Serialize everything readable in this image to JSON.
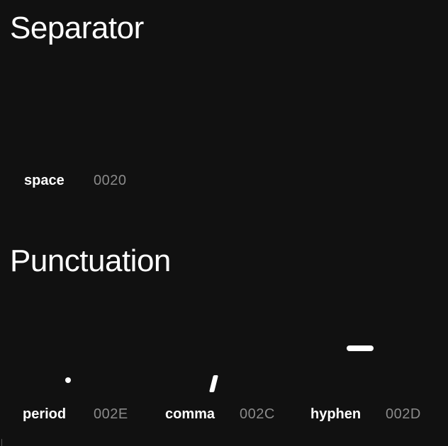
{
  "sections": [
    {
      "title": "Separator",
      "glyphs": [
        {
          "name": "space",
          "code": "0020",
          "icon": "space-glyph"
        }
      ]
    },
    {
      "title": "Punctuation",
      "glyphs": [
        {
          "name": "period",
          "code": "002E",
          "icon": "period-glyph"
        },
        {
          "name": "comma",
          "code": "002C",
          "icon": "comma-glyph"
        },
        {
          "name": "hyphen",
          "code": "002D",
          "icon": "hyphen-glyph"
        }
      ]
    }
  ],
  "colors": {
    "background": "#111111",
    "text": "#ffffff",
    "code": "#8a8a8a"
  }
}
